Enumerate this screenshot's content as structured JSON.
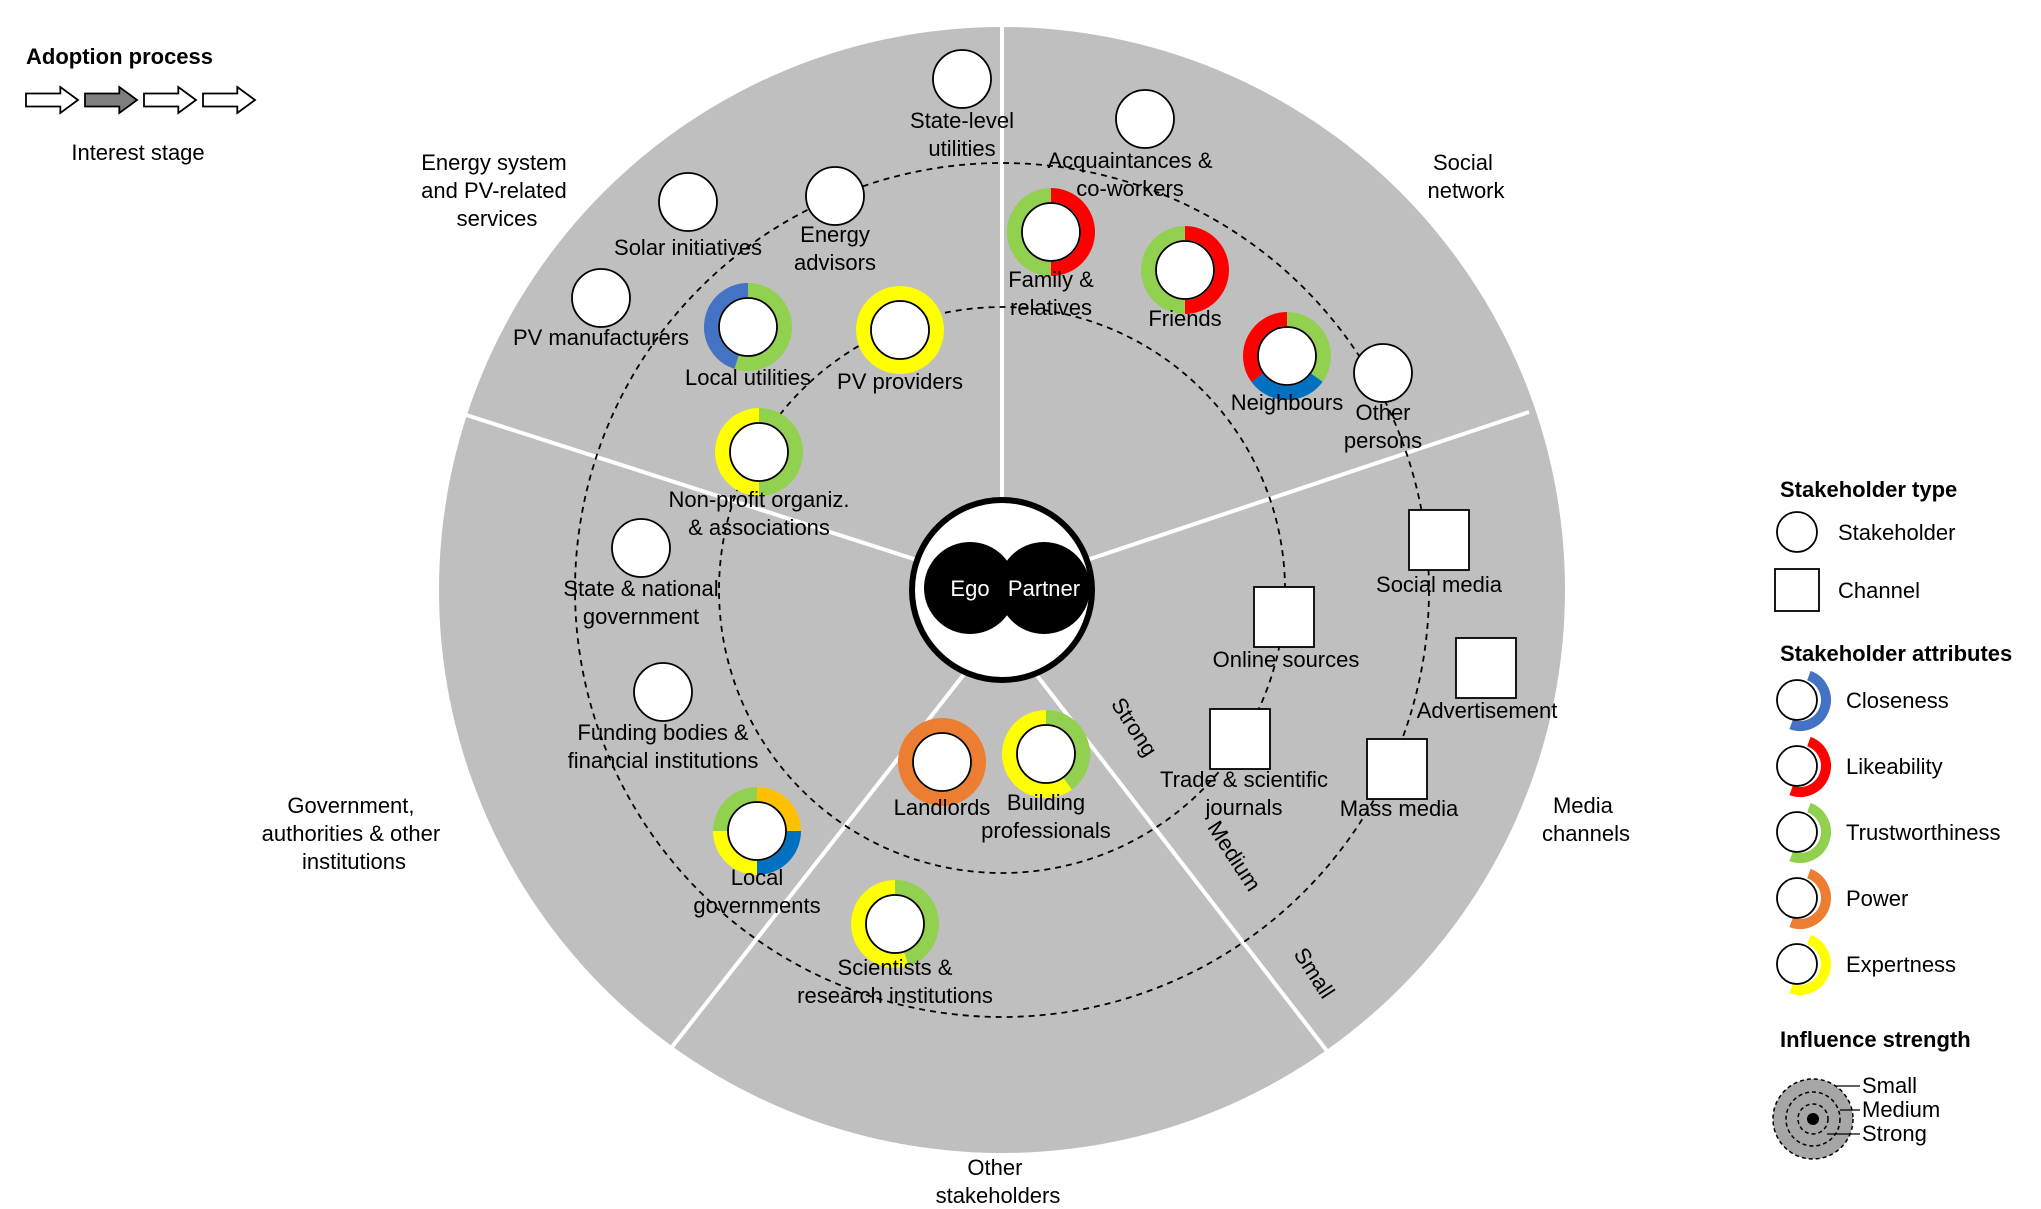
{
  "adoption_process": {
    "title": "Adoption process",
    "stage_label": "Interest stage",
    "arrow_count": 4,
    "active_arrow_index": 1
  },
  "center": {
    "ego": "Ego",
    "partner": "Partner"
  },
  "sectors": [
    {
      "id": "energy",
      "label": [
        "Energy system",
        "and PV-related",
        "services"
      ]
    },
    {
      "id": "social",
      "label": [
        "Social",
        "network"
      ]
    },
    {
      "id": "media",
      "label": [
        "Media",
        "channels"
      ]
    },
    {
      "id": "other",
      "label": [
        "Other",
        "stakeholders"
      ]
    },
    {
      "id": "government",
      "label": [
        "Government,",
        "authorities & other",
        "institutions"
      ]
    }
  ],
  "strength_labels": {
    "strong": "Strong",
    "medium": "Medium",
    "small": "Small"
  },
  "attribute_colors": {
    "closeness": "#4472c4",
    "closeness_alt": "#0070c0",
    "likeability": "#ff0000",
    "trustworthiness": "#92d050",
    "power": "#ed7d31",
    "power_alt": "#ffc000",
    "expertness": "#ffff00"
  },
  "colors": {
    "sector_fill": "#bfbfbf",
    "divider": "#ffffff",
    "legend_fill": "#a6a6a6"
  },
  "stakeholders": [
    {
      "id": "state-level-utilities",
      "label": [
        "State-level",
        "utilities"
      ],
      "type": "stakeholder",
      "segments": []
    },
    {
      "id": "acquaintances",
      "label": [
        "Acquaintances &",
        "co-workers"
      ],
      "type": "stakeholder",
      "segments": []
    },
    {
      "id": "solar-initiatives",
      "label": [
        "Solar initiatives"
      ],
      "type": "stakeholder",
      "segments": []
    },
    {
      "id": "energy-advisors",
      "label": [
        "Energy",
        "advisors"
      ],
      "type": "stakeholder",
      "segments": []
    },
    {
      "id": "family",
      "label": [
        "Family &",
        "relatives"
      ],
      "type": "stakeholder",
      "segments": [
        {
          "attr": "likeability",
          "share": 0.5
        },
        {
          "attr": "trustworthiness",
          "share": 0.5
        }
      ]
    },
    {
      "id": "friends",
      "label": [
        "Friends"
      ],
      "type": "stakeholder",
      "segments": [
        {
          "attr": "likeability",
          "share": 0.5
        },
        {
          "attr": "trustworthiness",
          "share": 0.5
        }
      ]
    },
    {
      "id": "pv-manufacturers",
      "label": [
        "PV manufacturers"
      ],
      "type": "stakeholder",
      "segments": []
    },
    {
      "id": "local-utilities",
      "label": [
        "Local utilities"
      ],
      "type": "stakeholder",
      "segments": [
        {
          "attr": "trustworthiness",
          "share": 0.55
        },
        {
          "attr": "closeness",
          "share": 0.45
        }
      ]
    },
    {
      "id": "pv-providers",
      "label": [
        "PV providers"
      ],
      "type": "stakeholder",
      "segments": [
        {
          "attr": "expertness",
          "share": 1.0
        }
      ]
    },
    {
      "id": "neighbours",
      "label": [
        "Neighbours"
      ],
      "type": "stakeholder",
      "segments": [
        {
          "attr": "trustworthiness",
          "share": 0.35
        },
        {
          "attr": "closeness_alt",
          "share": 0.3
        },
        {
          "attr": "likeability",
          "share": 0.35
        }
      ]
    },
    {
      "id": "other-persons",
      "label": [
        "Other",
        "persons"
      ],
      "type": "stakeholder",
      "segments": []
    },
    {
      "id": "non-profit",
      "label": [
        "Non-profit organiz.",
        "& associations"
      ],
      "type": "stakeholder",
      "segments": [
        {
          "attr": "trustworthiness",
          "share": 0.5
        },
        {
          "attr": "expertness",
          "share": 0.5
        }
      ]
    },
    {
      "id": "state-national-government",
      "label": [
        "State & national",
        "government"
      ],
      "type": "stakeholder",
      "segments": []
    },
    {
      "id": "funding-bodies",
      "label": [
        "Funding bodies &",
        "financial institutions"
      ],
      "type": "stakeholder",
      "segments": []
    },
    {
      "id": "local-governments",
      "label": [
        "Local",
        "governments"
      ],
      "type": "stakeholder",
      "segments": [
        {
          "attr": "power_alt",
          "share": 0.25
        },
        {
          "attr": "closeness_alt",
          "share": 0.25
        },
        {
          "attr": "expertness",
          "share": 0.25
        },
        {
          "attr": "trustworthiness",
          "share": 0.25
        }
      ]
    },
    {
      "id": "landlords",
      "label": [
        "Landlords"
      ],
      "type": "stakeholder",
      "segments": [
        {
          "attr": "power",
          "share": 1.0
        }
      ]
    },
    {
      "id": "building-professionals",
      "label": [
        "Building",
        "professionals"
      ],
      "type": "stakeholder",
      "segments": [
        {
          "attr": "trustworthiness",
          "share": 0.4
        },
        {
          "attr": "expertness",
          "share": 0.6
        }
      ]
    },
    {
      "id": "scientists",
      "label": [
        "Scientists &",
        "research institutions"
      ],
      "type": "stakeholder",
      "segments": [
        {
          "attr": "trustworthiness",
          "share": 0.45
        },
        {
          "attr": "expertness",
          "share": 0.55
        }
      ]
    },
    {
      "id": "social-media",
      "label": [
        "Social media"
      ],
      "type": "channel",
      "segments": []
    },
    {
      "id": "online-sources",
      "label": [
        "Online sources"
      ],
      "type": "channel",
      "segments": []
    },
    {
      "id": "advertisement",
      "label": [
        "Advertisement"
      ],
      "type": "channel",
      "segments": []
    },
    {
      "id": "trade-journals",
      "label": [
        "Trade & scientific",
        "journals"
      ],
      "type": "channel",
      "segments": []
    },
    {
      "id": "mass-media",
      "label": [
        "Mass media"
      ],
      "type": "channel",
      "segments": []
    }
  ],
  "legend": {
    "type_title": "Stakeholder type",
    "types": [
      {
        "shape": "circle",
        "label": "Stakeholder"
      },
      {
        "shape": "square",
        "label": "Channel"
      }
    ],
    "attributes_title": "Stakeholder attributes",
    "attributes": [
      {
        "attr": "closeness",
        "label": "Closeness"
      },
      {
        "attr": "likeability",
        "label": "Likeability"
      },
      {
        "attr": "trustworthiness",
        "label": "Trustworthiness"
      },
      {
        "attr": "power",
        "label": "Power"
      },
      {
        "attr": "expertness",
        "label": "Expertness"
      }
    ],
    "influence_title": "Influence strength",
    "influence": [
      "Small",
      "Medium",
      "Strong"
    ]
  }
}
